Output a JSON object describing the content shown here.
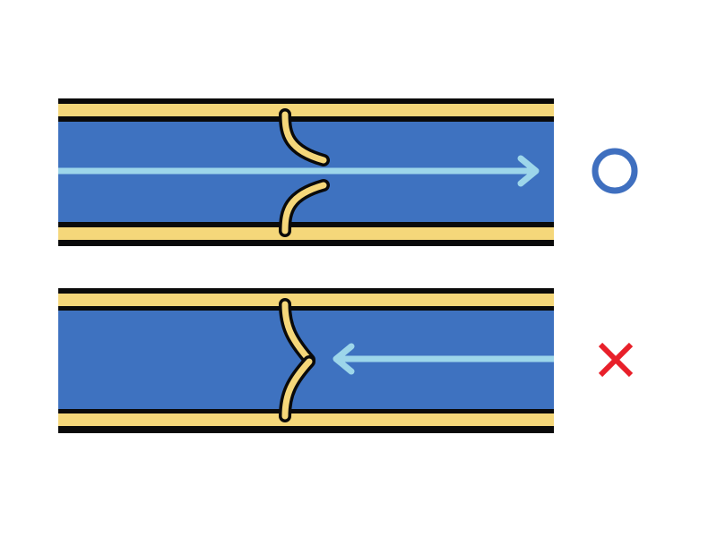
{
  "colors": {
    "background": "#ffffff",
    "vessel_wall": "#f5d77a",
    "vessel_outline": "#0a0a0a",
    "blood": "#3e72c0",
    "flow_arrow": "#9dd6ea",
    "correct_mark": "#3f6fbf",
    "wrong_mark": "#e8202a"
  },
  "panels": [
    {
      "id": "open-valve",
      "valve_state": "open",
      "flow_direction": "right",
      "verdict": "correct",
      "verdict_icon": "circle-icon"
    },
    {
      "id": "closed-valve",
      "valve_state": "closed",
      "flow_direction": "left",
      "verdict": "incorrect",
      "verdict_icon": "cross-icon"
    }
  ]
}
